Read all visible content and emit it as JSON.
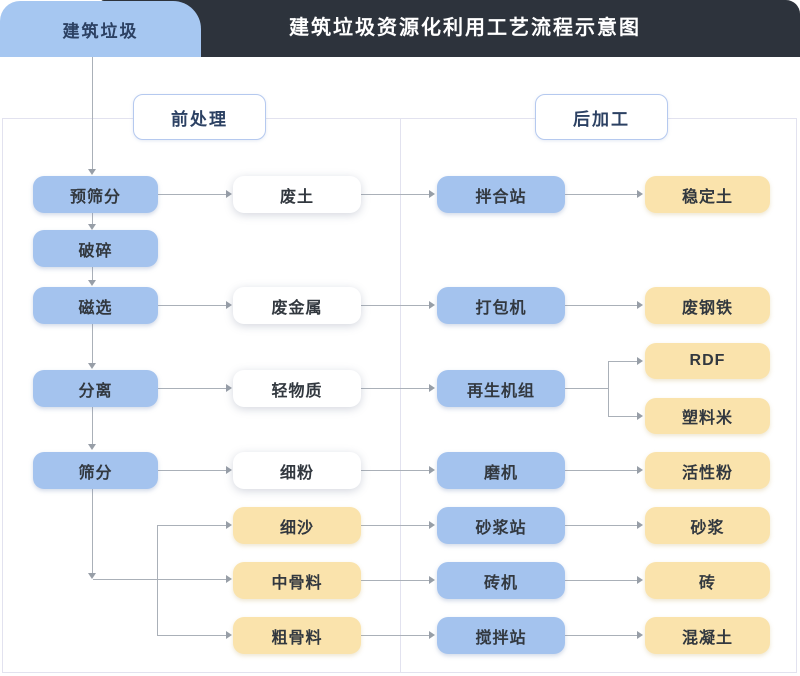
{
  "header": {
    "tab_label": "建筑垃圾",
    "title": "建筑垃圾资源化利用工艺流程示意图"
  },
  "sections": {
    "pre": {
      "label": "前处理"
    },
    "post": {
      "label": "后加工"
    }
  },
  "flow": {
    "process_chain": [
      "预筛分",
      "破碎",
      "磁选",
      "分离",
      "筛分"
    ],
    "intermediates": [
      "废土",
      "废金属",
      "轻物质",
      "细粉",
      "细沙",
      "中骨料",
      "粗骨料"
    ],
    "equipment": [
      "拌合站",
      "打包机",
      "再生机组",
      "磨机",
      "砂浆站",
      "砖机",
      "搅拌站"
    ],
    "products": [
      "稳定土",
      "废钢铁",
      "RDF",
      "塑料米",
      "活性粉",
      "砂浆",
      "砖",
      "混凝土"
    ]
  },
  "edges": [
    {
      "from": "建筑垃圾",
      "to": "预筛分"
    },
    {
      "from": "预筛分",
      "to": "破碎"
    },
    {
      "from": "破碎",
      "to": "磁选"
    },
    {
      "from": "磁选",
      "to": "分离"
    },
    {
      "from": "分离",
      "to": "筛分"
    },
    {
      "from": "预筛分",
      "to": "废土"
    },
    {
      "from": "磁选",
      "to": "废金属"
    },
    {
      "from": "分离",
      "to": "轻物质"
    },
    {
      "from": "筛分",
      "to": "细粉"
    },
    {
      "from": "筛分",
      "to": "细沙"
    },
    {
      "from": "筛分",
      "to": "中骨料"
    },
    {
      "from": "筛分",
      "to": "粗骨料"
    },
    {
      "from": "废土",
      "to": "拌合站"
    },
    {
      "from": "废金属",
      "to": "打包机"
    },
    {
      "from": "轻物质",
      "to": "再生机组"
    },
    {
      "from": "细粉",
      "to": "磨机"
    },
    {
      "from": "细沙",
      "to": "砂浆站"
    },
    {
      "from": "中骨料",
      "to": "砖机"
    },
    {
      "from": "粗骨料",
      "to": "搅拌站"
    },
    {
      "from": "拌合站",
      "to": "稳定土"
    },
    {
      "from": "打包机",
      "to": "废钢铁"
    },
    {
      "from": "再生机组",
      "to": "RDF"
    },
    {
      "from": "再生机组",
      "to": "塑料米"
    },
    {
      "from": "磨机",
      "to": "活性粉"
    },
    {
      "from": "砂浆站",
      "to": "砂浆"
    },
    {
      "from": "砖机",
      "to": "砖"
    },
    {
      "from": "搅拌站",
      "to": "混凝土"
    }
  ],
  "colors": {
    "header_bar": "#2d333c",
    "tab_blue": "#a6c7f1",
    "node_blue": "#a4c3ee",
    "node_yellow": "#fae3ac",
    "node_white": "#ffffff",
    "text_dark": "#32383f",
    "text_navy": "#2c4163",
    "connector_gray": "#aab0b8",
    "panel_border": "#e2e2ef"
  }
}
